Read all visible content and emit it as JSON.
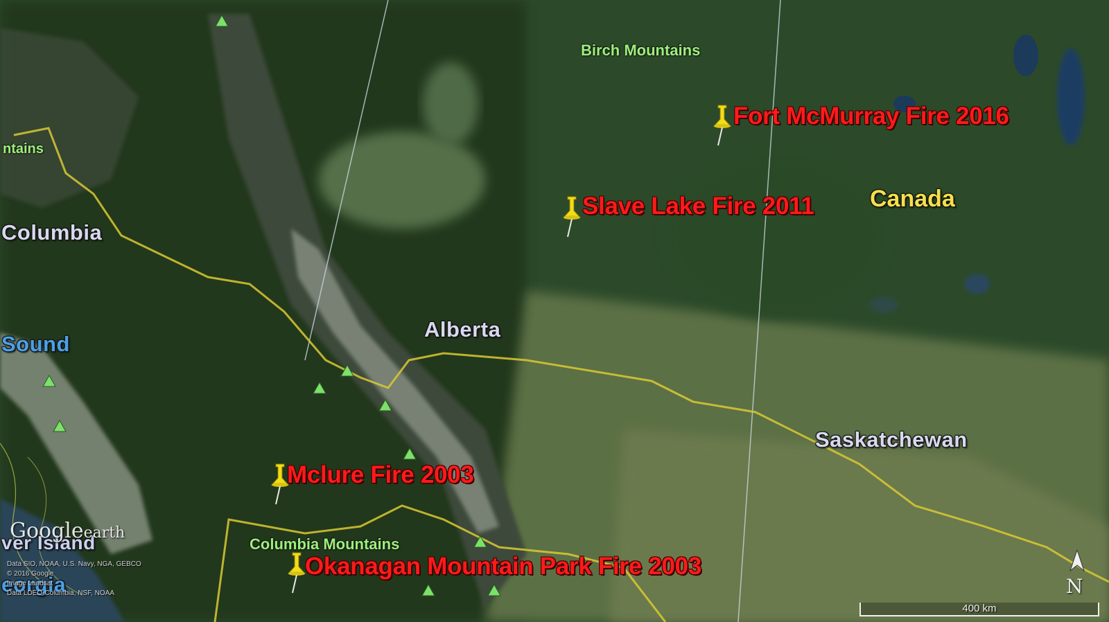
{
  "map": {
    "fires": [
      {
        "name": "Fort McMurray Fire 2016"
      },
      {
        "name": "Slave Lake Fire 2011"
      },
      {
        "name": "Mclure Fire 2003"
      },
      {
        "name": "Okanagan Mountain Park Fire 2003"
      }
    ],
    "regions": {
      "alberta": "Alberta",
      "saskatchewan": "Saskatchewan",
      "columbia": "Columbia",
      "sound": "Sound",
      "island": "ver Island",
      "georgia": "eorgia"
    },
    "country": "Canada",
    "mountains": {
      "birch": "Birch Mountains",
      "columbia": "Columbia Mountains",
      "edge": "ntains"
    },
    "branding": {
      "logo": "Google",
      "logo_suffix": "earth",
      "credits": [
        "Data SIO, NOAA, U.S. Navy, NGA, GEBCO",
        "© 2016 Google",
        "Image Landsat",
        "Data LDEO-Columbia, NSF, NOAA"
      ]
    },
    "scale_label": "400 km",
    "compass_label": "N",
    "colors": {
      "fire_label": "#ff1a1a",
      "pushpin": "#f2dd17",
      "border_line": "#d9c934",
      "country_label": "#f4e04a",
      "mountain_label": "#9df07a"
    }
  }
}
